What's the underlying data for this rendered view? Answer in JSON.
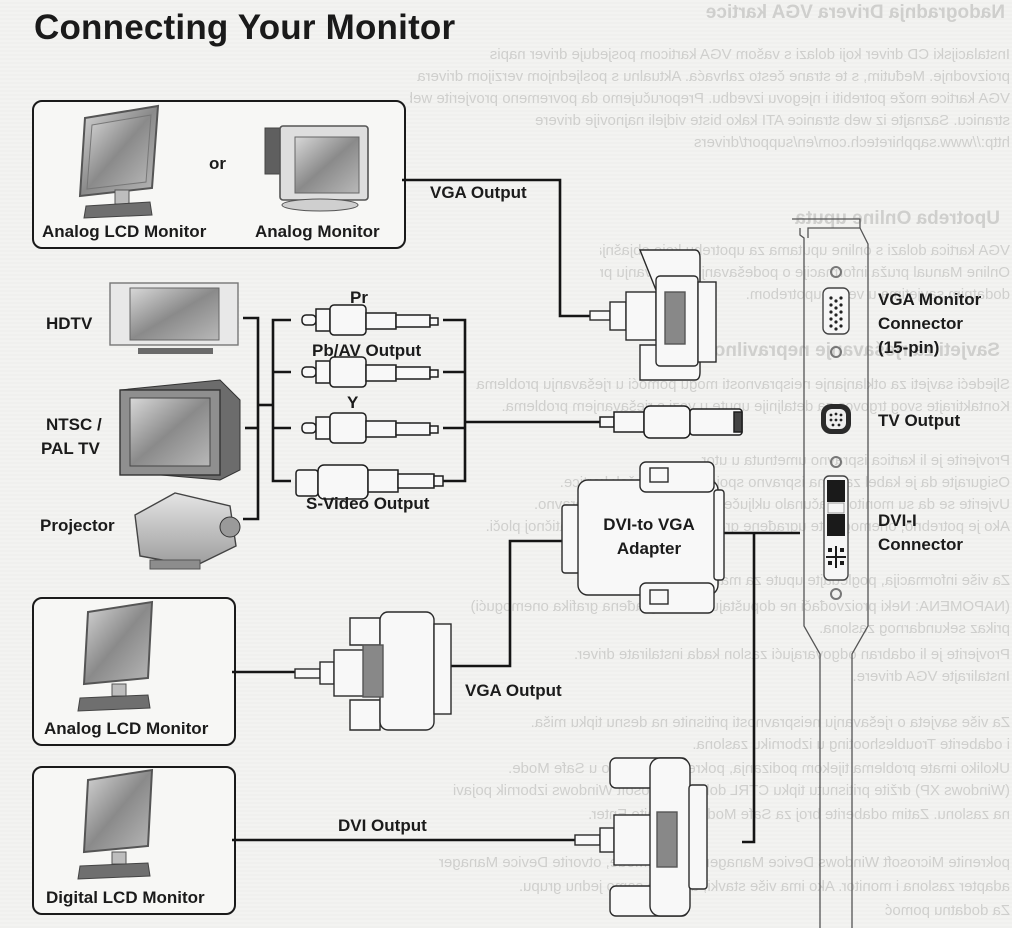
{
  "title": "Connecting Your Monitor",
  "devices": {
    "top_group": {
      "lcd_label": "Analog LCD Monitor",
      "or_label": "or",
      "crt_label": "Analog Monitor"
    },
    "hdtv_label": "HDTV",
    "tv_label_line1": "NTSC /",
    "tv_label_line2": "PAL TV",
    "projector_label": "Projector",
    "mid_lcd_label": "Analog LCD Monitor",
    "digital_lcd_label": "Digital LCD Monitor"
  },
  "cables": {
    "vga_output_top": "VGA Output",
    "pr_label": "Pr",
    "pb_av_label": "Pb/AV Output",
    "y_label": "Y",
    "svideo_label": "S-Video Output",
    "dvi_vga_adapter_line1": "DVI-to VGA",
    "dvi_vga_adapter_line2": "Adapter",
    "vga_output_mid": "VGA Output",
    "dvi_output": "DVI Output"
  },
  "card": {
    "vga_connector_line1": "VGA Monitor",
    "vga_connector_line2": "Connector",
    "vga_connector_line3": "(15-pin)",
    "tv_output": "TV Output",
    "dvi_connector_line1": "DVI-I",
    "dvi_connector_line2": "Connector"
  },
  "bleed_through": [
    "Nadogradnja Drivera VGA kartice",
    "Instalacijski CD driver koji dolazi s vašom VGA karticom posjeduje driver napisan u vrijeme",
    "proizvodnje. Međutim, s te strane često zahvaća. Aktualnu s posljednjom verzijom drivera",
    "VGA kartice može potrebiti i njegovu izvedbu. Preporučujemo da povremeno provjerite web",
    "stranicu. Saznajte iz web stranice ATI kako biste vidjeli najnovije drivere",
    "http://www.sapphiretech.com/en/support/drivers",
    "Upotreba Online uputa",
    "VGA kartica dolazi s online uputama za upotrebu koje objašnjavaju napredne značajke",
    "Online Manual pruža informacije o podešavanju, rješavanju problema, prikazu i",
    "dodatnim savjetima u vezi s upotrebom.",
    "Savjeti za rješavanje nepravilnosti",
    "Sljedeći savjeti za otklanjanje neispravnosti mogu pomoći u rješavanju problema",
    "Kontaktirajte svog trgovca za detaljnije upute u vezi s rješavanjem problema.",
    "Provjerite je li kartica ispravno umetnuta u utor.",
    "Osigurajte da je kabel zaslona ispravno spojen na priključak kartice.",
    "Uvjerite se da su monitor i računalo uključeni i da je napajanje ispravno.",
    "Ako je potrebno, onemogućite ugrađene grafičke mogućnosti na matičnoj ploči.",
    "Za više informacija, pogledajte upute za matičnu ploču.",
    "(NAPOMENA: Neki proizvođači ne dopuštaju da se ugrađena grafika onemogući)",
    "prikaz sekundarnog zaslona.",
    "Provjerite je li odabran odgovarajući zaslon kada instalirate driver.",
    "Instalirajte VGA drivere.",
    "Za više savjeta o rješavanju neispravnosti pritisnite na desnu tipku miša.",
    "i odaberite Troubleshooting u izborniku zaslona.",
    "Ukoliko imate problema tijekom podizanja, pokrenite računalo u Safe Mode.",
    "(Windows XP) držite pritisnutu tipku CTRL dok se Microsoft Windows izbornik pojavi",
    "na zaslonu. Zatim odaberite broj za Safe Mode i pritisnite Enter.",
    "pokrenite Microsoft Windows Device Manager. U Safe Mode, otvorite Device Manager",
    "adapter zaslona i monitor. Ako ima više stavki, uklonite samo jednu grupu.",
    "Za dodatnu pomoć"
  ]
}
